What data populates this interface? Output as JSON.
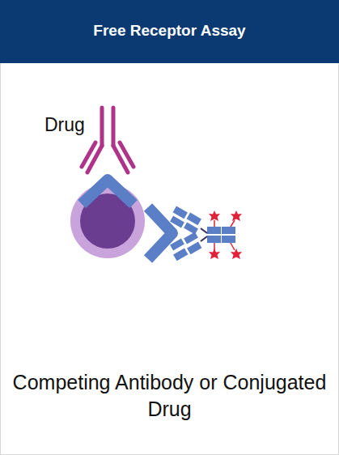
{
  "diagram": {
    "title": "Free Receptor Assay",
    "caption": "Competing Antibody or Conjugated Drug",
    "labels": [
      "Drug"
    ]
  }
}
